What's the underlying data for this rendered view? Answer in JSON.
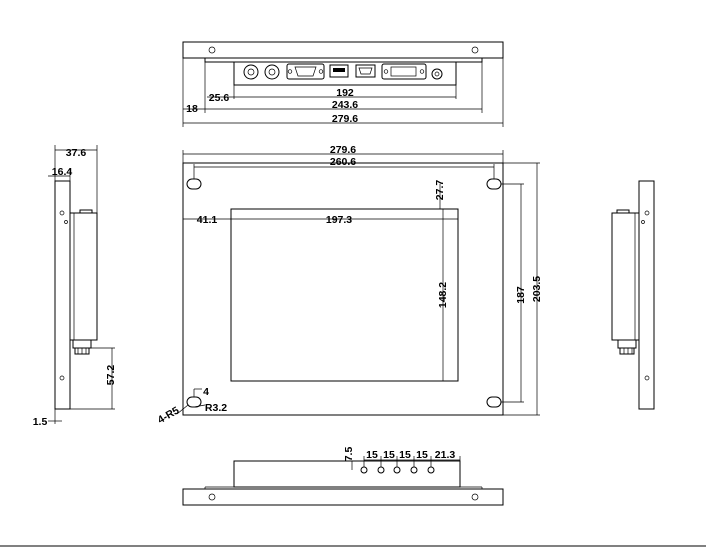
{
  "top_view": {
    "dim_inner": "192",
    "dim_offset": "25.6",
    "dim_mid": "243.6",
    "dim_side": "18",
    "dim_total": "279.6"
  },
  "front_view": {
    "dim_width": "279.6",
    "dim_hole_span": "260.6",
    "dim_hole_to_screen": "27.7",
    "dim_left_offset": "41.1",
    "dim_screen_width": "197.3",
    "dim_screen_height": "148.2",
    "dim_hole_vspan": "187",
    "dim_height": "203.5",
    "dim_corner_radius": "R3.2",
    "dim_hole_count": "4-R5",
    "dim_small": "4"
  },
  "left_view": {
    "dim_depth": "37.6",
    "dim_body": "16.4",
    "dim_connector": "57.2",
    "dim_panel": "1.5"
  },
  "bottom_view": {
    "dim_first": "7.5",
    "dim_pitch_1": "15",
    "dim_pitch_2": "15",
    "dim_pitch_3": "15",
    "dim_pitch_4": "15",
    "dim_last": "21.3"
  }
}
